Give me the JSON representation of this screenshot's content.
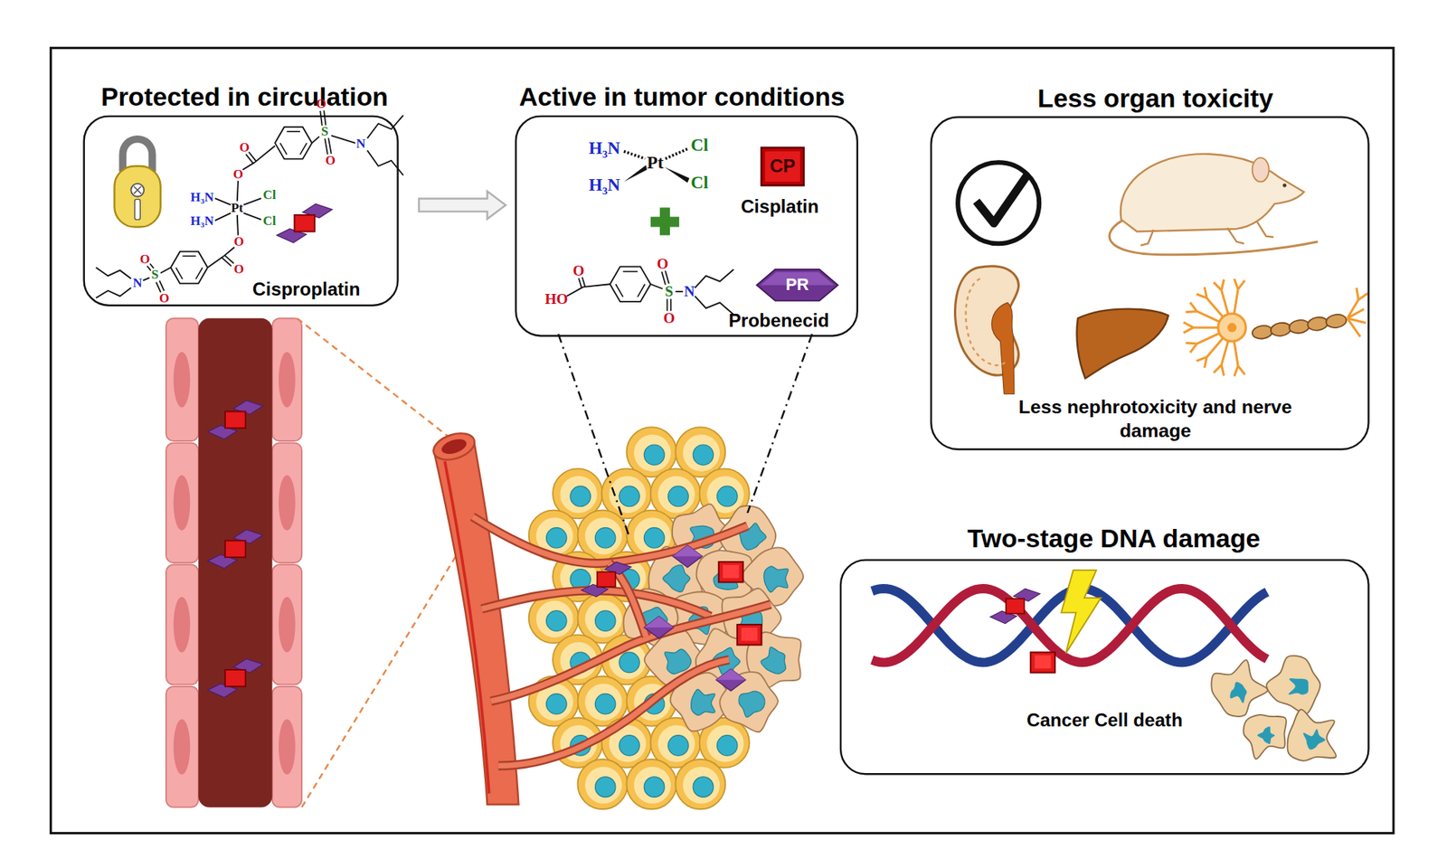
{
  "diagram": {
    "nodes": [
      {
        "text": [
          "Protected in circulation",
          "Cisproplatin"
        ]
      },
      {
        "text": [
          "Active in tumor conditions",
          "Cisplatin",
          "Probenecid"
        ]
      },
      {
        "text": [
          "CP"
        ],
        "in": 1
      },
      {
        "text": [
          "PR"
        ],
        "in": 1
      },
      {
        "text": [
          "Less organ toxicity",
          "Less nephrotoxicity and nerve damage"
        ]
      },
      {
        "text": [
          "Two-stage DNA damage",
          "Cancer Cell death"
        ]
      }
    ],
    "edges": [
      {
        "from": 0,
        "to": 1,
        "arrow": "to"
      }
    ],
    "labels": [
      "O",
      "O",
      "S",
      "O",
      "O",
      "N",
      "H₃N",
      "Pt",
      "Cl",
      "H₃N",
      "Cl",
      "O",
      "O",
      "S",
      "O",
      "O",
      "N",
      "H₃N",
      "Pt",
      "Cl",
      "H₃N",
      "Cl",
      "O",
      "HO",
      "S",
      "O",
      "O",
      "N"
    ]
  }
}
